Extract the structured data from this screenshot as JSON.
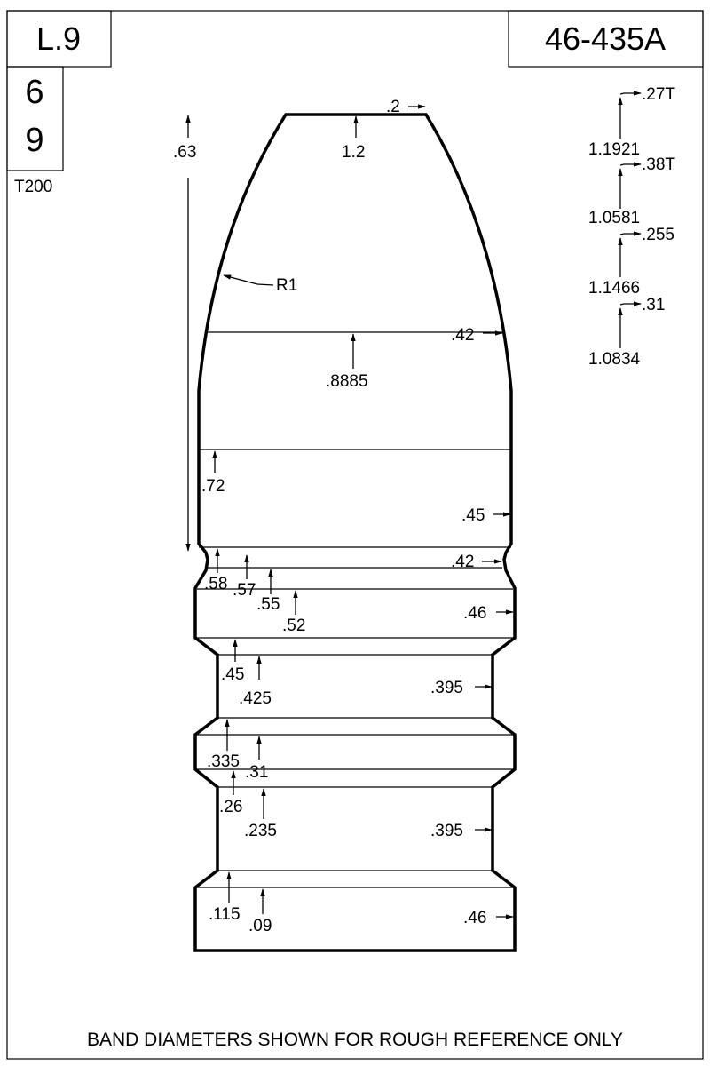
{
  "header": {
    "mold_code": "L.9",
    "part_number": "46-435A",
    "cavity_top": "6",
    "cavity_bottom": "9",
    "alloy_note": "T200"
  },
  "nose": {
    "meplat_offset": ".2",
    "meplat_diameter": "1.2",
    "nose_length": ".63",
    "radius": "R1",
    "nose_band_offset": ".42",
    "nose_band_diameter": ".8885"
  },
  "body": {
    "driving_band_height": ".72",
    "body_offset": ".45",
    "groove_offset": ".42",
    "groove_top": ".58",
    "groove_mid": ".57",
    "groove_lower": ".55",
    "band_top": ".52",
    "band_offset_1": ".46",
    "groove2_top": ".45",
    "groove2_lower": ".425",
    "groove2_offset": ".395",
    "band2_top": ".335",
    "band2_lower": ".31",
    "groove3_top": ".26",
    "groove3_lower": ".235",
    "groove3_offset": ".395",
    "base_top": ".115",
    "base_lower": ".09",
    "base_offset": ".46"
  },
  "side_dims": [
    {
      "diameter": "1.1921",
      "thickness": ".27T"
    },
    {
      "diameter": "1.0581",
      "thickness": ".38T"
    },
    {
      "diameter": "1.1466",
      "thickness": ".255"
    },
    {
      "diameter": "1.0834",
      "thickness": ".31"
    }
  ],
  "footer": {
    "note": "BAND DIAMETERS SHOWN FOR ROUGH REFERENCE ONLY"
  }
}
